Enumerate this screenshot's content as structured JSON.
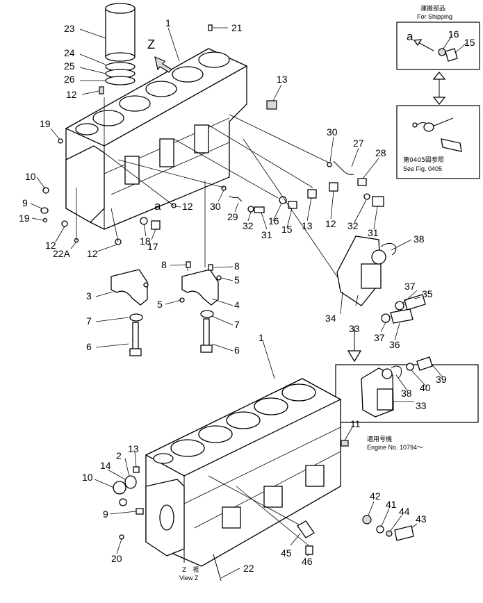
{
  "colors": {
    "ink": "#000000",
    "paper": "#ffffff",
    "shade": "#d9d9d9"
  },
  "callouts": [
    {
      "id": "c1",
      "text": "1"
    },
    {
      "id": "c21",
      "text": "21"
    },
    {
      "id": "c23",
      "text": "23"
    },
    {
      "id": "cZ",
      "text": "Z"
    },
    {
      "id": "c24",
      "text": "24"
    },
    {
      "id": "c25",
      "text": "25"
    },
    {
      "id": "c26",
      "text": "26"
    },
    {
      "id": "c12a",
      "text": "12"
    },
    {
      "id": "c13a",
      "text": "13"
    },
    {
      "id": "c19a",
      "text": "19"
    },
    {
      "id": "c10a",
      "text": "10"
    },
    {
      "id": "c9a",
      "text": "9"
    },
    {
      "id": "c19b",
      "text": "19"
    },
    {
      "id": "c12b",
      "text": "12"
    },
    {
      "id": "c22A",
      "text": "22A"
    },
    {
      "id": "c12c",
      "text": "12"
    },
    {
      "id": "c18",
      "text": "18"
    },
    {
      "id": "c17",
      "text": "17"
    },
    {
      "id": "ca1",
      "text": "a"
    },
    {
      "id": "c12d",
      "text": "12"
    },
    {
      "id": "c30a",
      "text": "30"
    },
    {
      "id": "c29",
      "text": "29"
    },
    {
      "id": "c32a",
      "text": "32"
    },
    {
      "id": "c31a",
      "text": "31"
    },
    {
      "id": "c16a",
      "text": "16"
    },
    {
      "id": "c15a",
      "text": "15"
    },
    {
      "id": "c13b",
      "text": "13"
    },
    {
      "id": "c12e",
      "text": "12"
    },
    {
      "id": "c30b",
      "text": "30"
    },
    {
      "id": "c27",
      "text": "27"
    },
    {
      "id": "c28",
      "text": "28"
    },
    {
      "id": "c32b",
      "text": "32"
    },
    {
      "id": "c31b",
      "text": "31"
    },
    {
      "id": "c8a",
      "text": "8"
    },
    {
      "id": "c8b",
      "text": "8"
    },
    {
      "id": "c5a",
      "text": "5"
    },
    {
      "id": "c5b",
      "text": "5"
    },
    {
      "id": "c3",
      "text": "3"
    },
    {
      "id": "c4",
      "text": "4"
    },
    {
      "id": "c7a",
      "text": "7"
    },
    {
      "id": "c7b",
      "text": "7"
    },
    {
      "id": "c6a",
      "text": "6"
    },
    {
      "id": "c6b",
      "text": "6"
    },
    {
      "id": "c38a",
      "text": "38"
    },
    {
      "id": "c37a",
      "text": "37"
    },
    {
      "id": "c35",
      "text": "35"
    },
    {
      "id": "c34",
      "text": "34"
    },
    {
      "id": "c33a",
      "text": "33"
    },
    {
      "id": "c37b",
      "text": "37"
    },
    {
      "id": "c36",
      "text": "36"
    },
    {
      "id": "c39",
      "text": "39"
    },
    {
      "id": "c38b",
      "text": "38"
    },
    {
      "id": "c40",
      "text": "40"
    },
    {
      "id": "c33b",
      "text": "33"
    },
    {
      "id": "c1b",
      "text": "1"
    },
    {
      "id": "c11",
      "text": "11"
    },
    {
      "id": "c13c",
      "text": "13"
    },
    {
      "id": "c14",
      "text": "14"
    },
    {
      "id": "c2",
      "text": "2"
    },
    {
      "id": "c10b",
      "text": "10"
    },
    {
      "id": "c9b",
      "text": "9"
    },
    {
      "id": "c20",
      "text": "20"
    },
    {
      "id": "c42",
      "text": "42"
    },
    {
      "id": "c41",
      "text": "41"
    },
    {
      "id": "c44",
      "text": "44"
    },
    {
      "id": "c43",
      "text": "43"
    },
    {
      "id": "c45",
      "text": "45"
    },
    {
      "id": "c46",
      "text": "46"
    },
    {
      "id": "c22",
      "text": "22"
    },
    {
      "id": "c16b",
      "text": "16"
    },
    {
      "id": "c15b",
      "text": "15"
    },
    {
      "id": "ca2",
      "text": "a"
    }
  ],
  "shipping_box": {
    "title_jp": "運搬部品",
    "title_en": "For Shipping"
  },
  "see_fig_box": {
    "text_jp": "第0405図参照",
    "text_en": "See Fig. 0405"
  },
  "engine_box": {
    "text_jp": "適用号機",
    "text_en": "Engine No. 10794～"
  },
  "view_z": {
    "text_jp": "Z　視",
    "text_en": "View Z"
  }
}
